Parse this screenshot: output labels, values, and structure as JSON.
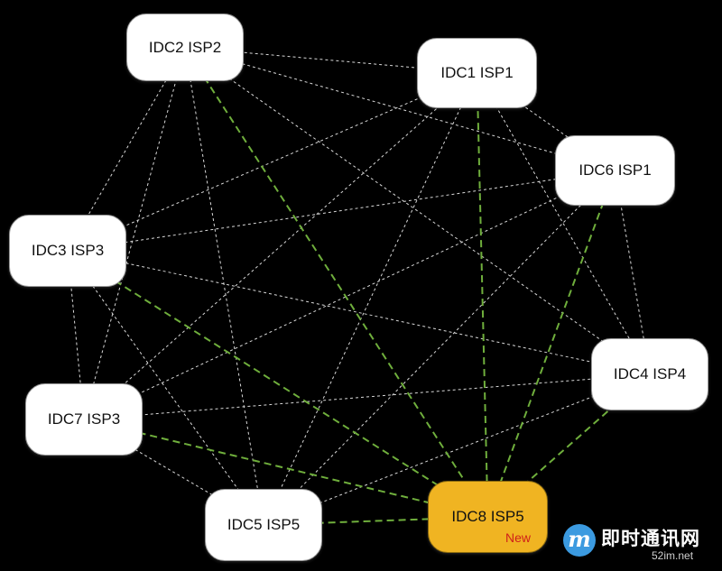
{
  "diagram": {
    "nodes": [
      {
        "id": "idc2",
        "label": "IDC2 ISP2",
        "new": false
      },
      {
        "id": "idc1",
        "label": "IDC1 ISP1",
        "new": false
      },
      {
        "id": "idc6",
        "label": "IDC6 ISP1",
        "new": false
      },
      {
        "id": "idc3",
        "label": "IDC3 ISP3",
        "new": false
      },
      {
        "id": "idc4",
        "label": "IDC4 ISP4",
        "new": false
      },
      {
        "id": "idc7",
        "label": "IDC7 ISP3",
        "new": false
      },
      {
        "id": "idc5",
        "label": "IDC5 ISP5",
        "new": false
      },
      {
        "id": "idc8",
        "label": "IDC8 ISP5",
        "new": true,
        "badge": "New"
      }
    ],
    "edges_existing": [
      [
        "idc2",
        "idc1"
      ],
      [
        "idc2",
        "idc6"
      ],
      [
        "idc2",
        "idc3"
      ],
      [
        "idc2",
        "idc4"
      ],
      [
        "idc2",
        "idc7"
      ],
      [
        "idc2",
        "idc5"
      ],
      [
        "idc1",
        "idc6"
      ],
      [
        "idc1",
        "idc3"
      ],
      [
        "idc1",
        "idc4"
      ],
      [
        "idc1",
        "idc7"
      ],
      [
        "idc1",
        "idc5"
      ],
      [
        "idc6",
        "idc3"
      ],
      [
        "idc6",
        "idc4"
      ],
      [
        "idc6",
        "idc7"
      ],
      [
        "idc6",
        "idc5"
      ],
      [
        "idc3",
        "idc4"
      ],
      [
        "idc3",
        "idc7"
      ],
      [
        "idc3",
        "idc5"
      ],
      [
        "idc4",
        "idc7"
      ],
      [
        "idc4",
        "idc5"
      ],
      [
        "idc7",
        "idc5"
      ]
    ],
    "edges_new": [
      [
        "idc8",
        "idc2"
      ],
      [
        "idc8",
        "idc1"
      ],
      [
        "idc8",
        "idc6"
      ],
      [
        "idc8",
        "idc3"
      ],
      [
        "idc8",
        "idc4"
      ],
      [
        "idc8",
        "idc7"
      ],
      [
        "idc8",
        "idc5"
      ]
    ],
    "colors": {
      "existing_edge": "#d8d8d8",
      "new_edge": "#6fae3c",
      "new_node_fill": "#f0b422",
      "badge": "#d0201a"
    }
  },
  "watermark": {
    "logo_letter": "m",
    "name": "即时通讯网",
    "site": "52im.net"
  }
}
